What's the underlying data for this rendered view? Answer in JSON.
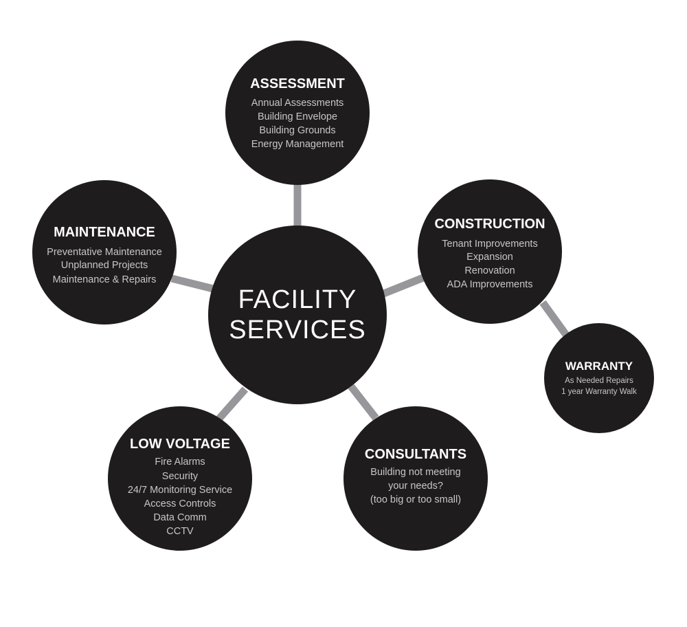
{
  "center": {
    "line1": "FACILITY",
    "line2": "SERVICES"
  },
  "nodes": {
    "assessment": {
      "title": "ASSESSMENT",
      "items": [
        "Annual Assessments",
        "Building Envelope",
        "Building Grounds",
        "Energy Management"
      ]
    },
    "construction": {
      "title": "CONSTRUCTION",
      "items": [
        "Tenant Improvements",
        "Expansion",
        "Renovation",
        "ADA Improvements"
      ]
    },
    "maintenance": {
      "title": "MAINTENANCE",
      "items": [
        "Preventative Maintenance",
        "Unplanned Projects",
        "Maintenance & Repairs"
      ]
    },
    "warranty": {
      "title": "WARRANTY",
      "items": [
        "As Needed Repairs",
        "1 year Warranty Walk"
      ]
    },
    "low_voltage": {
      "title": "LOW VOLTAGE",
      "items": [
        "Fire Alarms",
        "Security",
        "24/7 Monitoring Service",
        "Access Controls",
        "Data Comm",
        "CCTV"
      ]
    },
    "consultants": {
      "title": "CONSULTANTS",
      "items": [
        "Building not meeting",
        "your needs?",
        "(too big or too small)"
      ]
    }
  },
  "colors": {
    "circle_fill": "#1f1c1d",
    "connector": "#97979b",
    "title_text": "#ffffff",
    "item_text": "#c9c6c7",
    "background": "#ffffff"
  }
}
